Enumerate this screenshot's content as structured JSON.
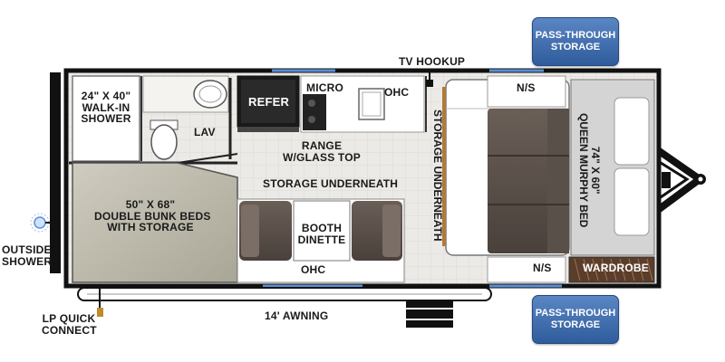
{
  "badges": {
    "top": [
      "PASS-THROUGH",
      "STORAGE"
    ],
    "bottom": [
      "PASS-THROUGH",
      "STORAGE"
    ]
  },
  "labels": {
    "tv_hookup": "TV HOOKUP",
    "shower": [
      "24\" X 40\"",
      "WALK-IN",
      "SHOWER"
    ],
    "lav": "LAV",
    "refer": "REFER",
    "micro": "MICRO",
    "ohc_kitchen": "OHC",
    "range": [
      "RANGE",
      "W/GLASS TOP"
    ],
    "storage_underneath_h": "STORAGE UNDERNEATH",
    "storage_underneath_v": "STORAGE UNDERNEATH",
    "bunk": [
      "50\" X 68\"",
      "DOUBLE BUNK BEDS",
      "WITH STORAGE"
    ],
    "booth": [
      "BOOTH",
      "DINETTE"
    ],
    "ohc_dinette": "OHC",
    "ns_top": "N/S",
    "ns_bottom": "N/S",
    "murphy": [
      "74\" X 60\"",
      "QUEEN MURPHY BED"
    ],
    "wardrobe": "WARDROBE",
    "outside_shower": [
      "OUTSIDE",
      "SHOWER"
    ],
    "lp": [
      "LP QUICK",
      "CONNECT"
    ],
    "awning": "14' AWNING"
  }
}
